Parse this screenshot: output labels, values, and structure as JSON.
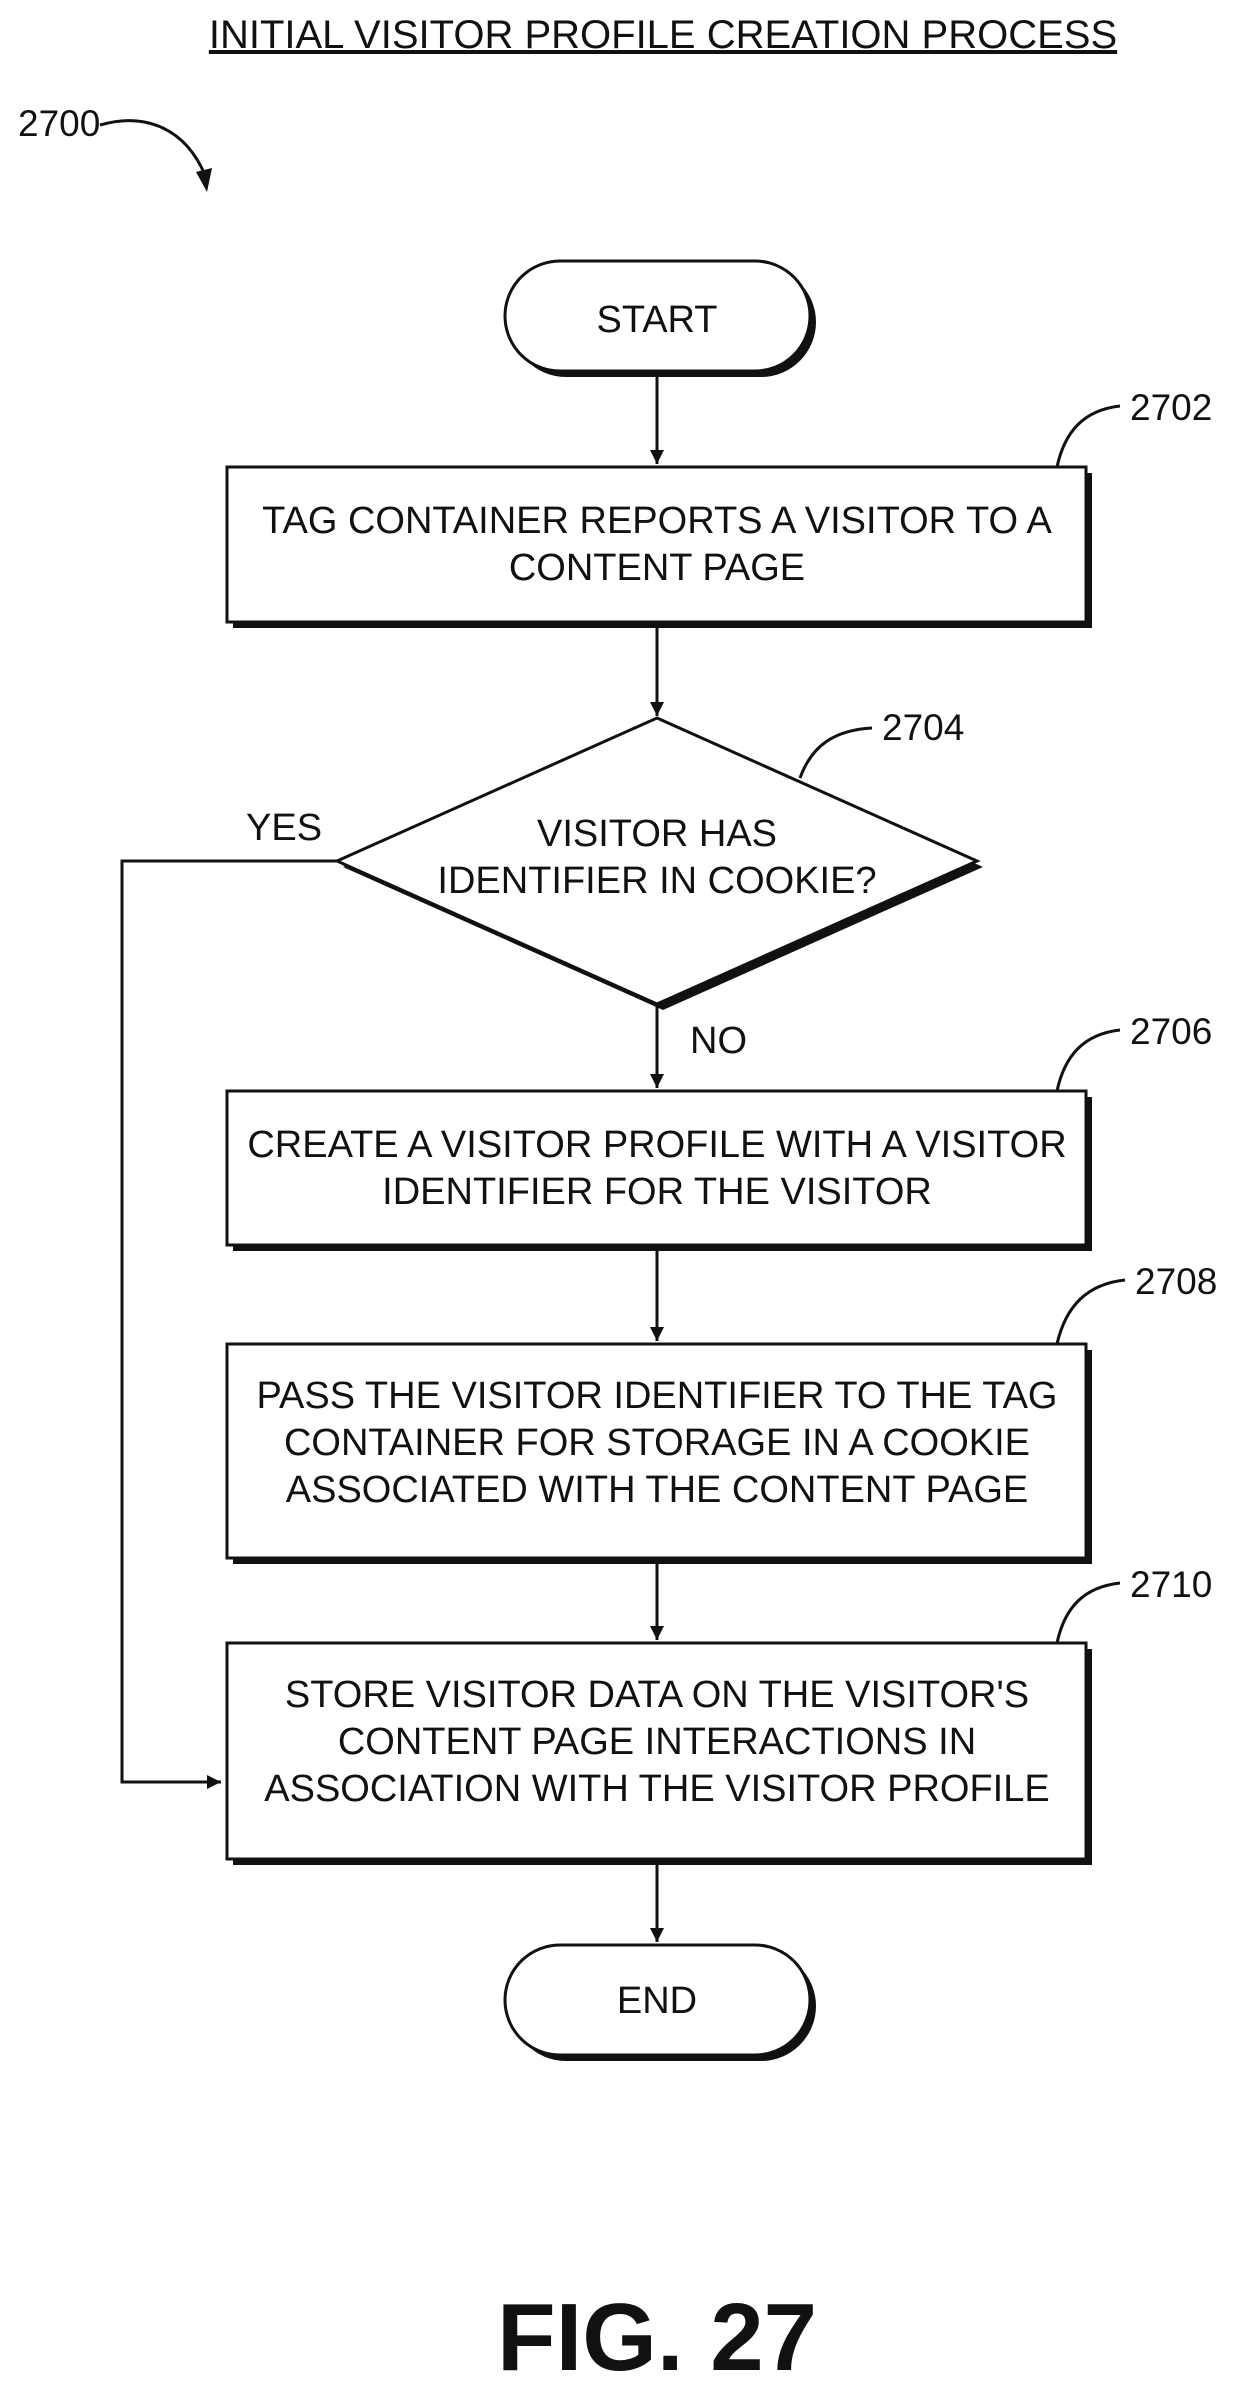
{
  "title": "INITIAL VISITOR PROFILE CREATION PROCESS",
  "diagram_ref": "2700",
  "figure_label": "FIG. 27",
  "nodes": {
    "start": {
      "lines": [
        "START"
      ]
    },
    "step_2702": {
      "ref": "2702",
      "lines": [
        "TAG CONTAINER REPORTS A VISITOR TO A",
        "CONTENT PAGE"
      ]
    },
    "decision_2704": {
      "ref": "2704",
      "lines": [
        "VISITOR HAS",
        "IDENTIFIER IN COOKIE?"
      ]
    },
    "step_2706": {
      "ref": "2706",
      "lines": [
        "CREATE A VISITOR PROFILE WITH A VISITOR",
        "IDENTIFIER FOR THE VISITOR"
      ]
    },
    "step_2708": {
      "ref": "2708",
      "lines": [
        "PASS THE VISITOR IDENTIFIER TO THE TAG",
        "CONTAINER FOR STORAGE IN A COOKIE",
        "ASSOCIATED WITH THE CONTENT PAGE"
      ]
    },
    "step_2710": {
      "ref": "2710",
      "lines": [
        "STORE VISITOR DATA ON THE VISITOR'S",
        "CONTENT PAGE INTERACTIONS IN",
        "ASSOCIATION WITH THE VISITOR PROFILE"
      ]
    },
    "end": {
      "lines": [
        "END"
      ]
    }
  },
  "branches": {
    "yes": "YES",
    "no": "NO"
  }
}
